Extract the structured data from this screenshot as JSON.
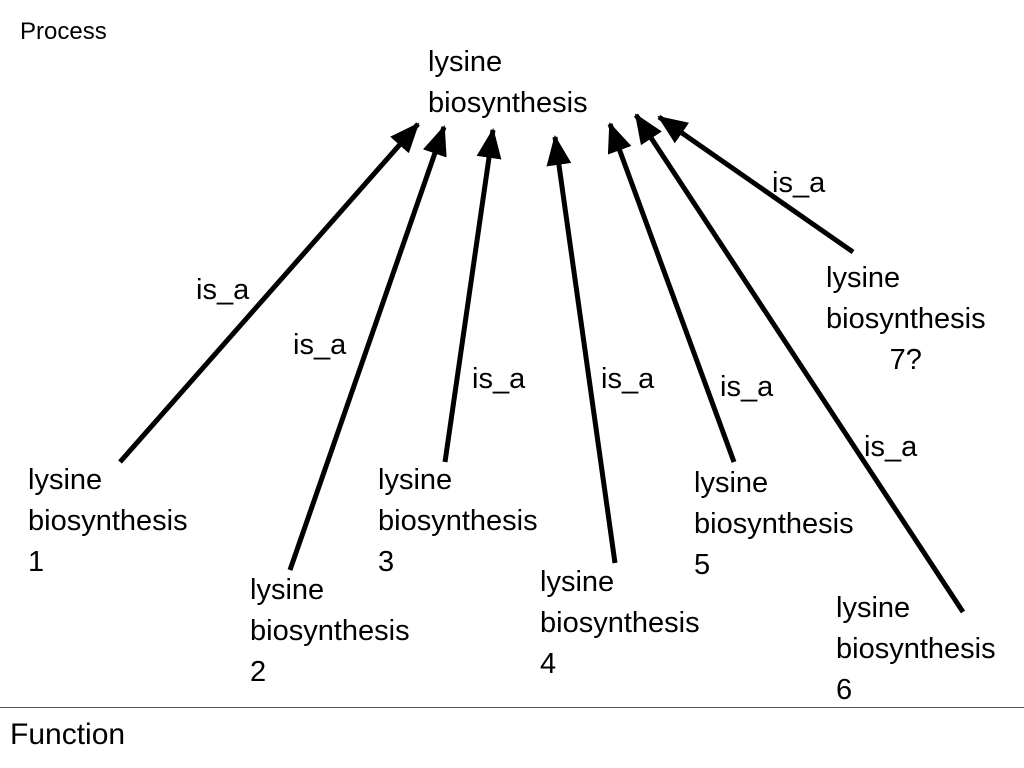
{
  "sections": {
    "top": "Process",
    "bottom": "Function"
  },
  "root": {
    "id": "root",
    "lines": [
      "lysine",
      "biosynthesis"
    ]
  },
  "children": [
    {
      "id": "child1",
      "lines": [
        "lysine",
        "biosynthesis",
        "1"
      ],
      "align": "left"
    },
    {
      "id": "child2",
      "lines": [
        "lysine",
        "biosynthesis",
        "2"
      ],
      "align": "left"
    },
    {
      "id": "child3",
      "lines": [
        "lysine",
        "biosynthesis",
        "3"
      ],
      "align": "left"
    },
    {
      "id": "child4",
      "lines": [
        "lysine",
        "biosynthesis",
        "4"
      ],
      "align": "left"
    },
    {
      "id": "child5",
      "lines": [
        "lysine",
        "biosynthesis",
        "5"
      ],
      "align": "left"
    },
    {
      "id": "child6",
      "lines": [
        "lysine",
        "biosynthesis",
        "6"
      ],
      "align": "left"
    },
    {
      "id": "child7",
      "lines": [
        "lysine",
        "biosynthesis",
        "7?"
      ],
      "align": "center"
    }
  ],
  "edges": [
    {
      "from": "child1",
      "to": "root",
      "label": "is_a"
    },
    {
      "from": "child2",
      "to": "root",
      "label": "is_a"
    },
    {
      "from": "child3",
      "to": "root",
      "label": "is_a"
    },
    {
      "from": "child4",
      "to": "root",
      "label": "is_a"
    },
    {
      "from": "child5",
      "to": "root",
      "label": "is_a"
    },
    {
      "from": "child6",
      "to": "root",
      "label": "is_a"
    },
    {
      "from": "child7",
      "to": "root",
      "label": "is_a"
    }
  ],
  "colors": {
    "line": "#000000",
    "text": "#000000",
    "divider": "#555555"
  }
}
